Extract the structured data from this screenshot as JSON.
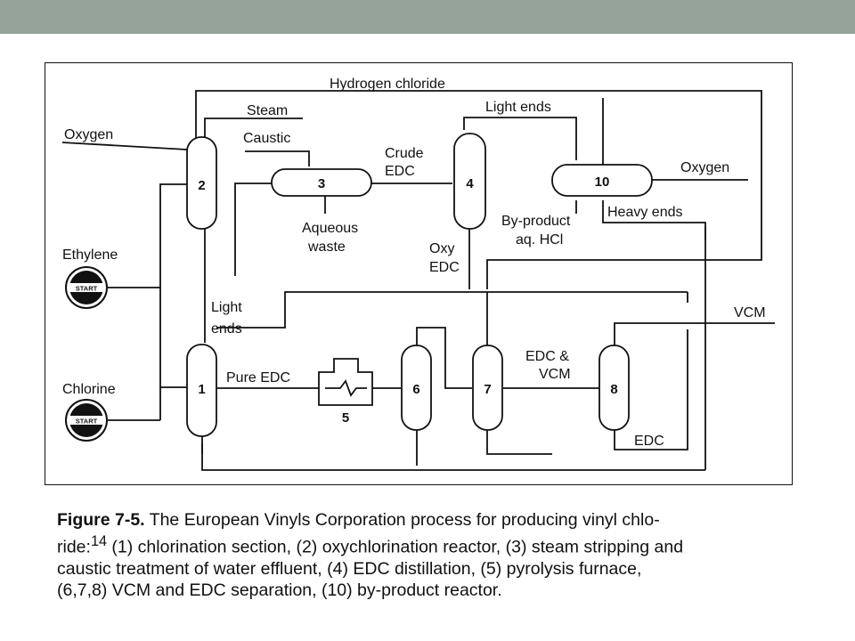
{
  "diagram": {
    "labels": {
      "hydrogen_chloride": "Hydrogen chloride",
      "steam": "Steam",
      "oxygen_left": "Oxygen",
      "caustic": "Caustic",
      "light_ends_top": "Light ends",
      "crude": "Crude",
      "edc_crude": "EDC",
      "oxygen_right": "Oxygen",
      "aqueous": "Aqueous",
      "waste": "waste",
      "byproduct": "By-product",
      "aq_hcl": "aq. HCl",
      "heavy_ends": "Heavy ends",
      "ethylene": "Ethylene",
      "oxy": "Oxy",
      "oxy_edc": "EDC",
      "light": "Light",
      "ends": "ends",
      "vcm_out": "VCM",
      "pure_edc": "Pure EDC",
      "edc_and": "EDC &",
      "vcm_mid": "VCM",
      "chlorine": "Chlorine",
      "edc_bottom": "EDC",
      "start1": "START",
      "start2": "START"
    },
    "units": {
      "u1": "1",
      "u2": "2",
      "u3": "3",
      "u4": "4",
      "u5": "5",
      "u6": "6",
      "u7": "7",
      "u8": "8",
      "u10": "10"
    }
  },
  "caption": {
    "figure": "Figure 7-5.",
    "text1": " The European Vinyls Corporation process for producing vinyl chlo-",
    "text2a": "ride:",
    "sup": "14",
    "text2b": " (1) chlorination section, (2) oxychlorination reactor, (3) steam stripping and",
    "text3": "caustic treatment of water effluent, (4) EDC distillation, (5) pyrolysis furnace,",
    "text4": "(6,7,8) VCM and EDC separation, (10) by-product reactor."
  }
}
